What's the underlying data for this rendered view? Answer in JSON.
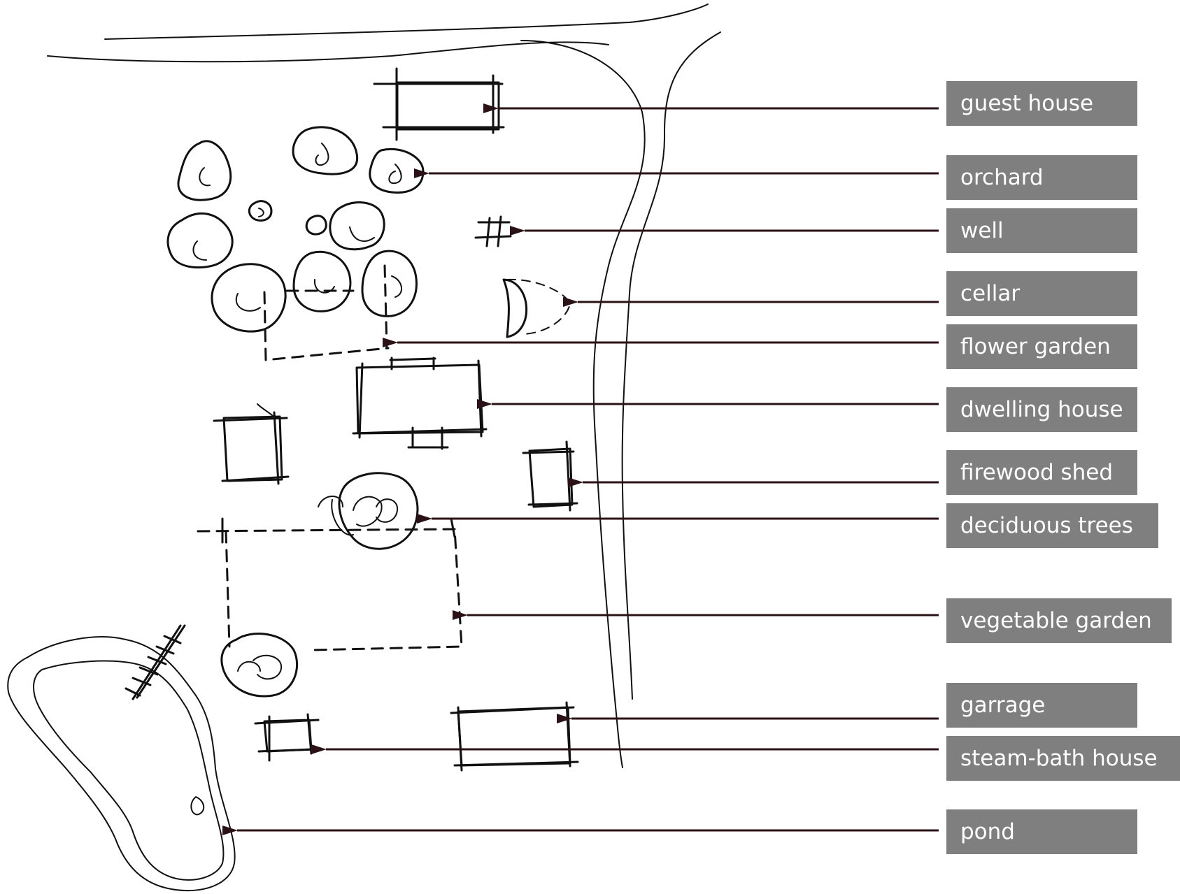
{
  "labels": [
    {
      "id": "guest-house",
      "text": "guest house"
    },
    {
      "id": "orchard",
      "text": "orchard"
    },
    {
      "id": "well",
      "text": "well"
    },
    {
      "id": "cellar",
      "text": "cellar"
    },
    {
      "id": "flower-garden",
      "text": "flower garden"
    },
    {
      "id": "dwelling-house",
      "text": "dwelling house"
    },
    {
      "id": "firewood-shed",
      "text": "firewood shed"
    },
    {
      "id": "deciduous-trees",
      "text": "deciduous trees"
    },
    {
      "id": "vegetable-garden",
      "text": "vegetable garden"
    },
    {
      "id": "garrage",
      "text": "garrage"
    },
    {
      "id": "steam-bath-house",
      "text": "steam-bath house"
    },
    {
      "id": "pond",
      "text": "pond"
    }
  ],
  "colors": {
    "label_background": "#7f7f7f",
    "label_text": "#ffffff",
    "arrow": "#2a1216",
    "ink": "#111111"
  }
}
